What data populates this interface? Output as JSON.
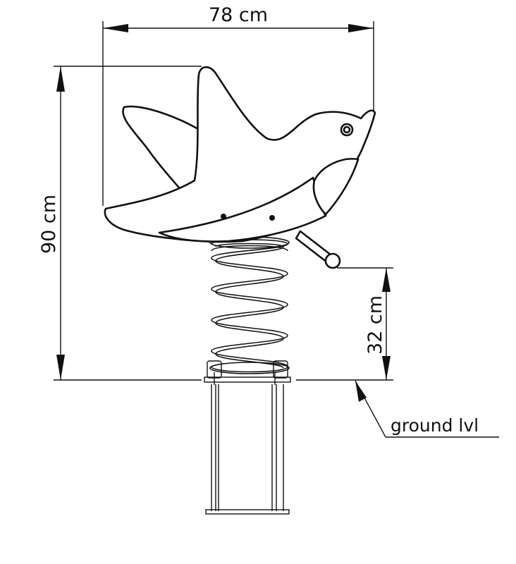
{
  "dimensions": {
    "width_label": "78 cm",
    "height_label": "90 cm",
    "handle_height_label": "32 cm"
  },
  "ground_label": "ground lvl",
  "colors": {
    "line": "#111111",
    "background": "#ffffff"
  }
}
